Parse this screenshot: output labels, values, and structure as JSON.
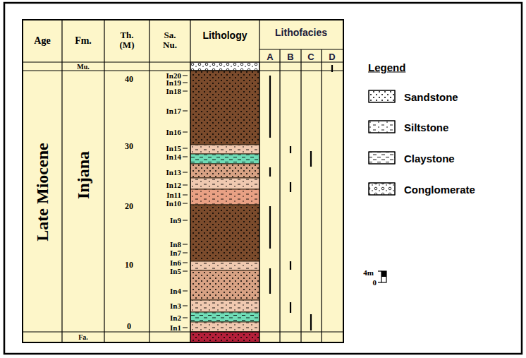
{
  "diagram": {
    "labels": [
      "Age",
      "Fm.",
      "Th. (M)",
      "Sa. Nu.",
      "Lithology",
      "Lithofacies",
      "A",
      "B",
      "C",
      "D",
      "Mu.",
      "Late Miocene",
      "Injana",
      "40",
      "30",
      "20",
      "10",
      "0",
      "In20",
      "In19",
      "In18",
      "In17",
      "In16",
      "In15",
      "In14",
      "In13",
      "In12",
      "In11",
      "In10",
      "In9",
      "In8",
      "In7",
      "In6",
      "In5",
      "In4",
      "In3",
      "In2",
      "In1",
      "Fa.",
      "Legend",
      "4m",
      "0"
    ],
    "legend": [
      {
        "text": "Sandstone"
      },
      {
        "text": "Siltstone"
      },
      {
        "text": "Claystone"
      },
      {
        "text": "Conglomerate"
      }
    ]
  }
}
